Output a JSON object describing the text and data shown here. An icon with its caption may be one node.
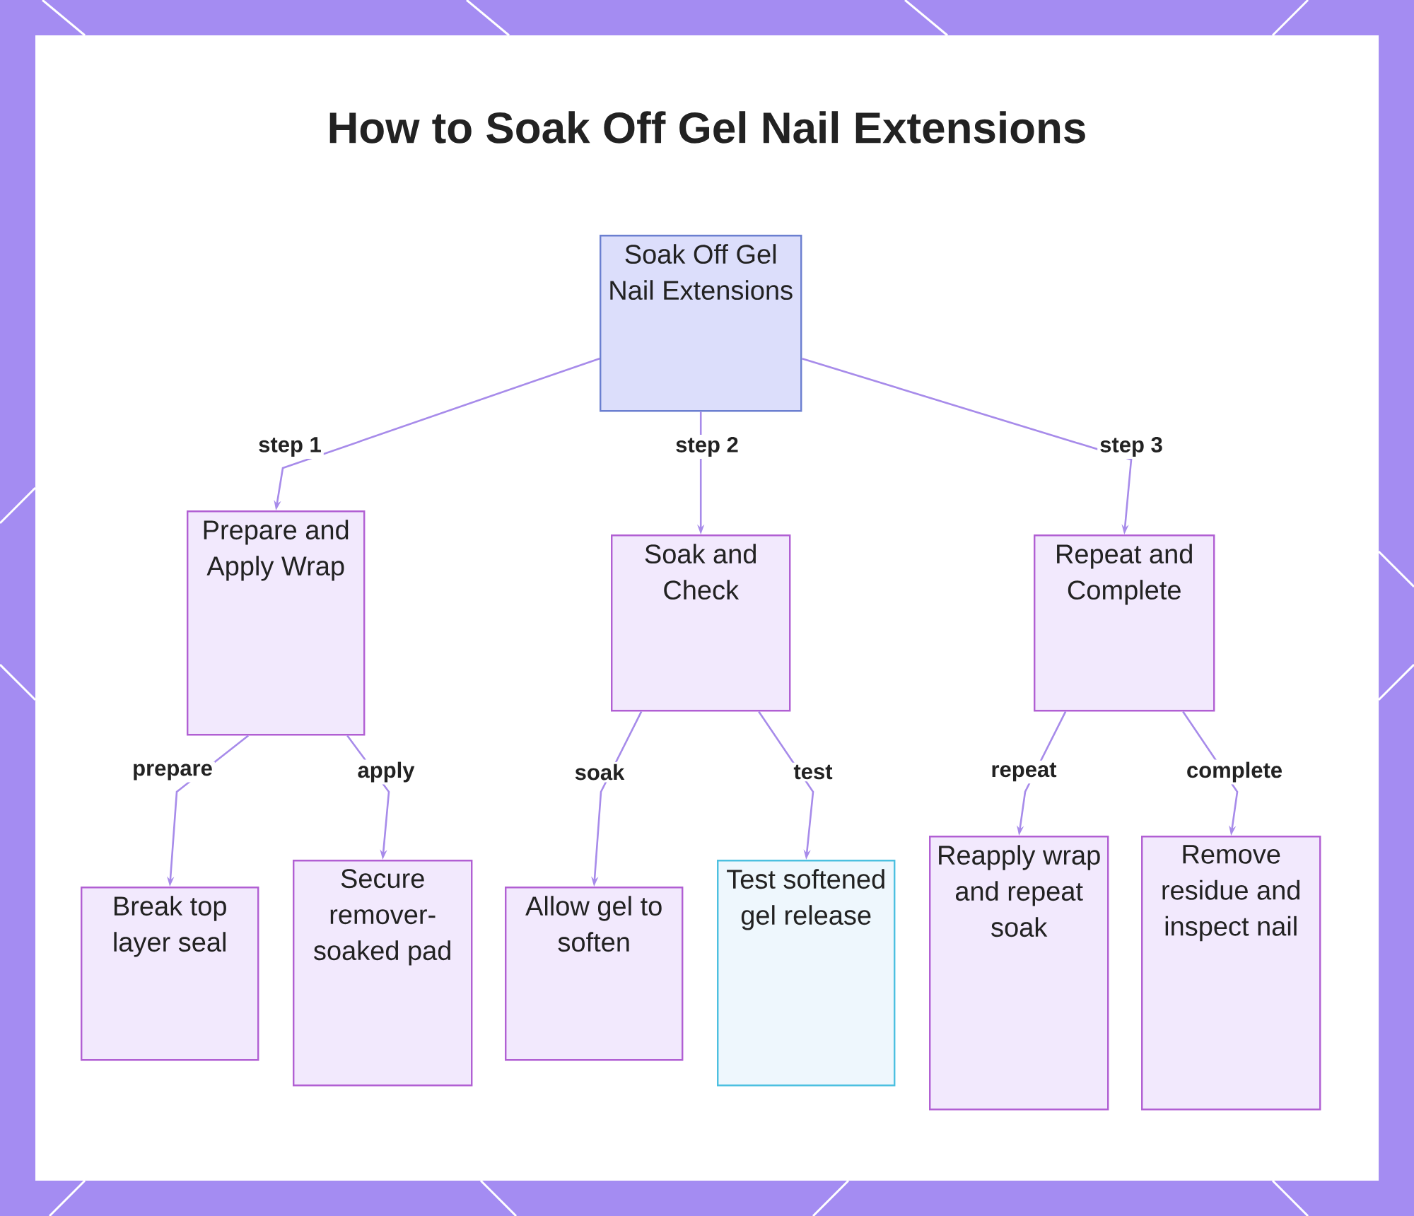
{
  "diagram": {
    "title": "How to Soak Off Gel Nail Extensions",
    "nodes": [
      {
        "text": [
          "Soak Off Gel Nail Extensions"
        ]
      },
      {
        "text": [
          "Prepare and Apply Wrap"
        ]
      },
      {
        "text": [
          "Soak and Check"
        ]
      },
      {
        "text": [
          "Repeat and Complete"
        ]
      },
      {
        "text": [
          "Break top layer seal"
        ]
      },
      {
        "text": [
          "Secure remover-soaked pad"
        ]
      },
      {
        "text": [
          "Allow gel to soften"
        ]
      },
      {
        "text": [
          "Test softened gel release"
        ]
      },
      {
        "text": [
          "Reapply wrap and repeat soak"
        ]
      },
      {
        "text": [
          "Remove residue and inspect nail"
        ]
      }
    ],
    "edges": [
      {
        "from": 0,
        "to": 1,
        "arrow": "to",
        "label": "step 1"
      },
      {
        "from": 0,
        "to": 2,
        "arrow": "to",
        "label": "step 2"
      },
      {
        "from": 0,
        "to": 3,
        "arrow": "to",
        "label": "step 3"
      },
      {
        "from": 1,
        "to": 4,
        "arrow": "to",
        "label": "prepare"
      },
      {
        "from": 1,
        "to": 5,
        "arrow": "to",
        "label": "apply"
      },
      {
        "from": 2,
        "to": 6,
        "arrow": "to",
        "label": "soak"
      },
      {
        "from": 2,
        "to": 7,
        "arrow": "to",
        "label": "test"
      },
      {
        "from": 3,
        "to": 8,
        "arrow": "to",
        "label": "repeat"
      },
      {
        "from": 3,
        "to": 9,
        "arrow": "to",
        "label": "complete"
      }
    ]
  }
}
